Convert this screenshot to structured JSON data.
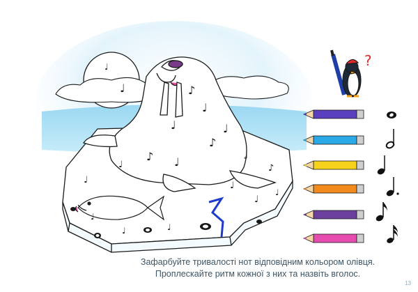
{
  "instructions": {
    "line1": "Зафарбуйте тривалості нот відповідним кольором олівця.",
    "line2": "Проплескайте ритм кожної з них та назвіть вголос."
  },
  "page_number": "13",
  "question_mark": "?",
  "legend": [
    {
      "pencil_color": "#5a3fbf",
      "note": "whole-note"
    },
    {
      "pencil_color": "#2aa9e6",
      "note": "half-note"
    },
    {
      "pencil_color": "#f6d21a",
      "note": "quarter-note"
    },
    {
      "pencil_color": "#f28a1e",
      "note": "dotted-quarter-note"
    },
    {
      "pencil_color": "#6a3f9e",
      "note": "eighth-note"
    },
    {
      "pencil_color": "#e64bb0",
      "note": "sixteenth-note"
    }
  ],
  "colors": {
    "sky": "#bfe6f8",
    "water": "#8fd3f0",
    "outline": "#1a1a1a"
  }
}
